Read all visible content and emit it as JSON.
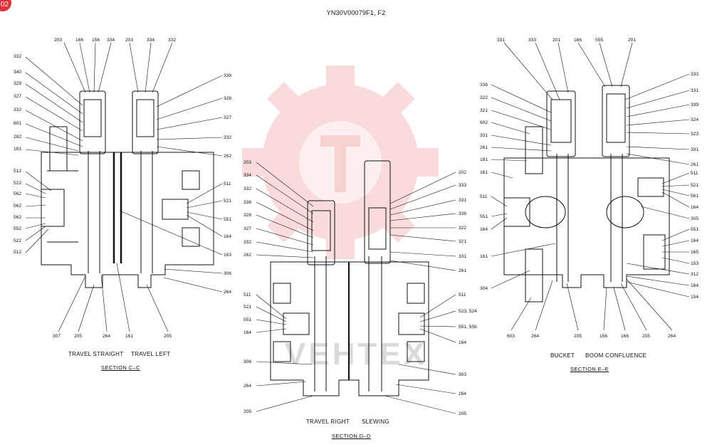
{
  "document": {
    "title": "YN30V00079F1, F2",
    "corner_badge": "02",
    "watermark": "VEHTEX"
  },
  "sections": {
    "c": {
      "title": "SECTION  C–C",
      "captions": [
        "TRAVEL STRAIGHT",
        "TRAVEL LEFT"
      ],
      "labels": [
        "203",
        "166",
        "156",
        "334",
        "203",
        "334",
        "332",
        "332",
        "340",
        "329",
        "327",
        "332",
        "601",
        "282",
        "181",
        "512",
        "522",
        "562",
        "562",
        "562",
        "552",
        "522",
        "512",
        "338",
        "328",
        "327",
        "332",
        "262",
        "511",
        "521",
        "551",
        "164",
        "163",
        "306",
        "264",
        "307",
        "205",
        "264",
        "161",
        "205"
      ]
    },
    "d": {
      "title": "SECTION  D–D",
      "captions": [
        "TRAVEL RIGHT",
        "SLEWING"
      ],
      "labels": [
        "203",
        "334",
        "332",
        "338",
        "328",
        "327",
        "332",
        "262",
        "511",
        "521",
        "551",
        "164",
        "306",
        "264",
        "205",
        "202",
        "333",
        "331",
        "336",
        "322",
        "321",
        "331",
        "261",
        "511",
        "523, 524",
        "551, 556",
        "164",
        "303",
        "264",
        "205"
      ]
    },
    "e": {
      "title": "SECTION  E–E",
      "captions": [
        "BUCKET",
        "BOOM CONFLUENCE"
      ],
      "labels": [
        "331",
        "333",
        "201",
        "166",
        "555",
        "201",
        "336",
        "322",
        "321",
        "602",
        "331",
        "261",
        "181",
        "161",
        "511",
        "551",
        "164",
        "161",
        "304",
        "603",
        "264",
        "205",
        "156",
        "166",
        "205",
        "264",
        "333",
        "331",
        "339",
        "324",
        "323",
        "331",
        "261",
        "511",
        "521",
        "561",
        "164",
        "305",
        "551",
        "164",
        "165",
        "153",
        "312",
        "164",
        "154"
      ]
    }
  }
}
